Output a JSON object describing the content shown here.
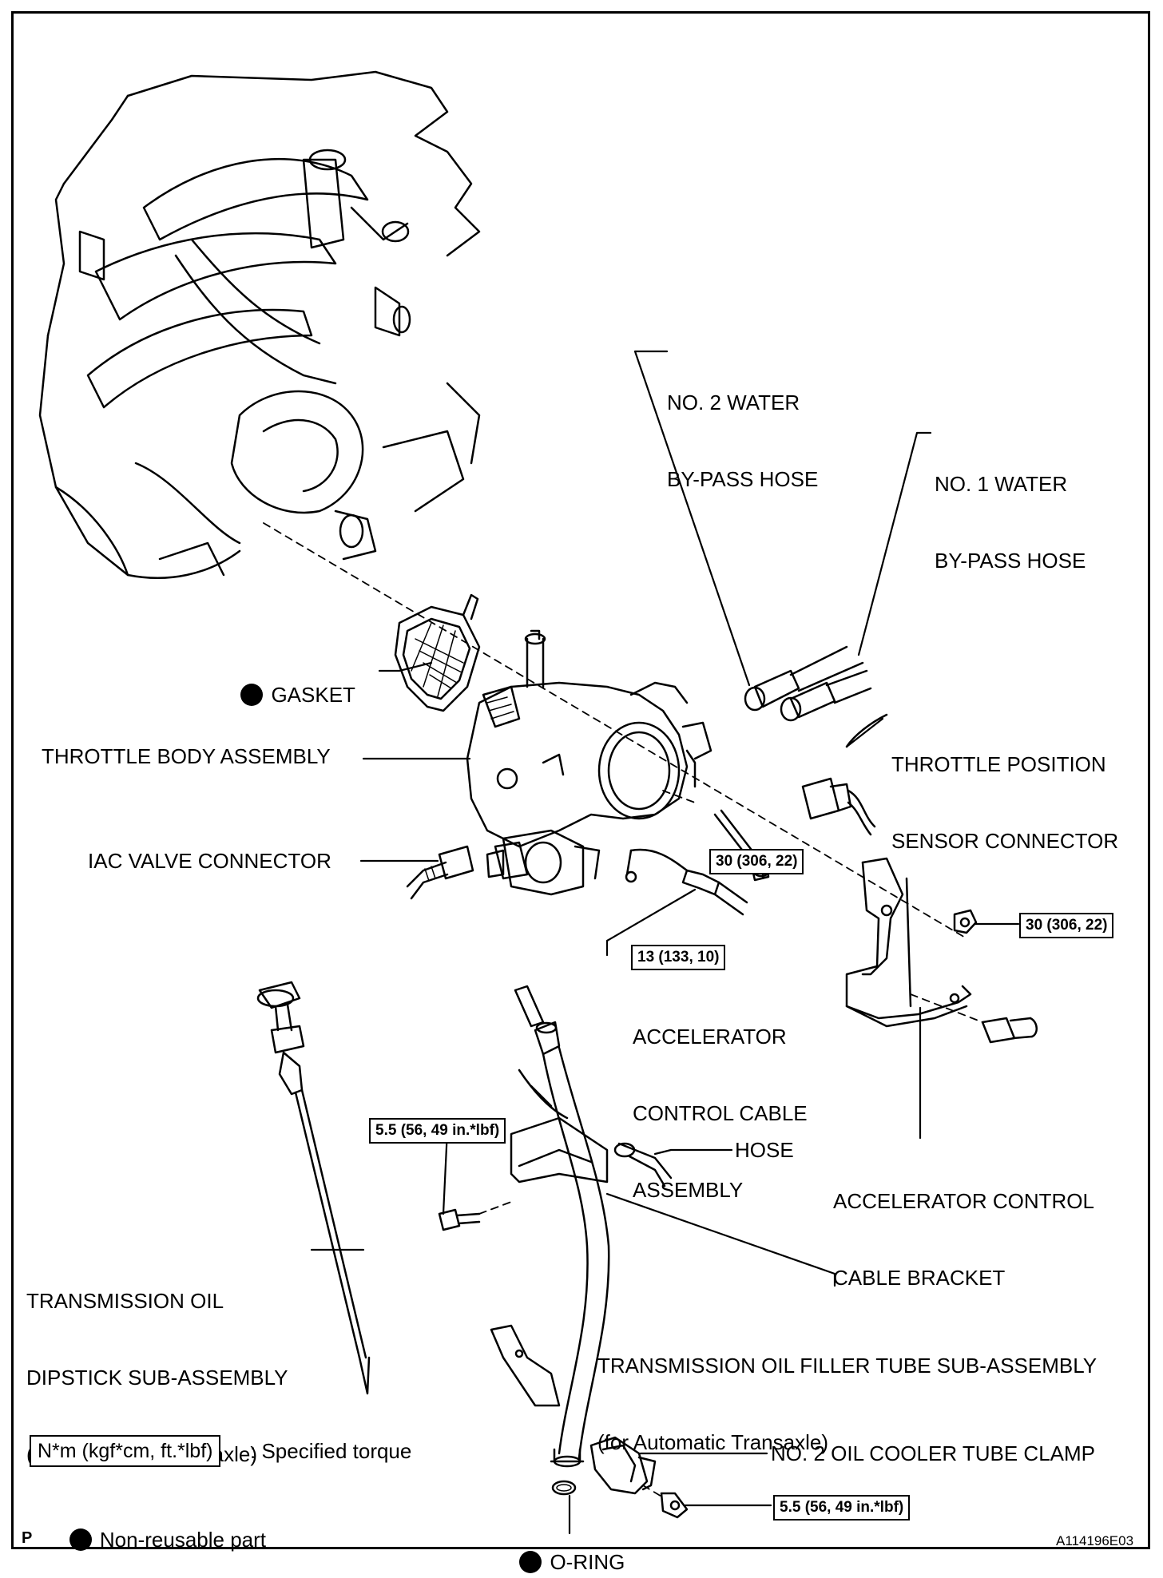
{
  "labels": {
    "no2_water_hose": [
      "NO. 2 WATER",
      "BY-PASS HOSE"
    ],
    "no1_water_hose": [
      "NO. 1 WATER",
      "BY-PASS HOSE"
    ],
    "gasket": "GASKET",
    "throttle_position_sensor_connector": [
      "THROTTLE POSITION",
      "SENSOR CONNECTOR"
    ],
    "throttle_body_assembly": "THROTTLE BODY ASSEMBLY",
    "iac_valve_connector": "IAC VALVE CONNECTOR",
    "accelerator_control_cable_assembly": [
      "ACCELERATOR",
      "CONTROL CABLE",
      "ASSEMBLY"
    ],
    "hose": "HOSE",
    "accelerator_control_cable_bracket": [
      "ACCELERATOR CONTROL",
      "CABLE BRACKET"
    ],
    "transmission_oil_dipstick": [
      "TRANSMISSION OIL",
      "DIPSTICK SUB-ASSEMBLY",
      "(for Automatic Transaxle)"
    ],
    "transmission_oil_filler_tube": [
      "TRANSMISSION OIL FILLER TUBE SUB-ASSEMBLY",
      "(for Automatic Transaxle)"
    ],
    "no2_oil_cooler_tube_clamp": "NO. 2 OIL COOLER TUBE CLAMP",
    "o_ring": "O-RING"
  },
  "torque": {
    "throttle_bolt": "30 (306, 22)",
    "bracket_nut": "30 (306, 22)",
    "cable": "13 (133, 10)",
    "filler_tube_bolt": "5.5 (56, 49 in.*lbf)",
    "clamp_bolt": "5.5 (56, 49 in.*lbf)"
  },
  "legend": {
    "torque_unit": "N*m (kgf*cm, ft.*lbf)",
    "torque_desc": ": Specified torque",
    "non_reusable": "Non-reusable part"
  },
  "corner": {
    "left": "P",
    "right": "A114196E03"
  }
}
